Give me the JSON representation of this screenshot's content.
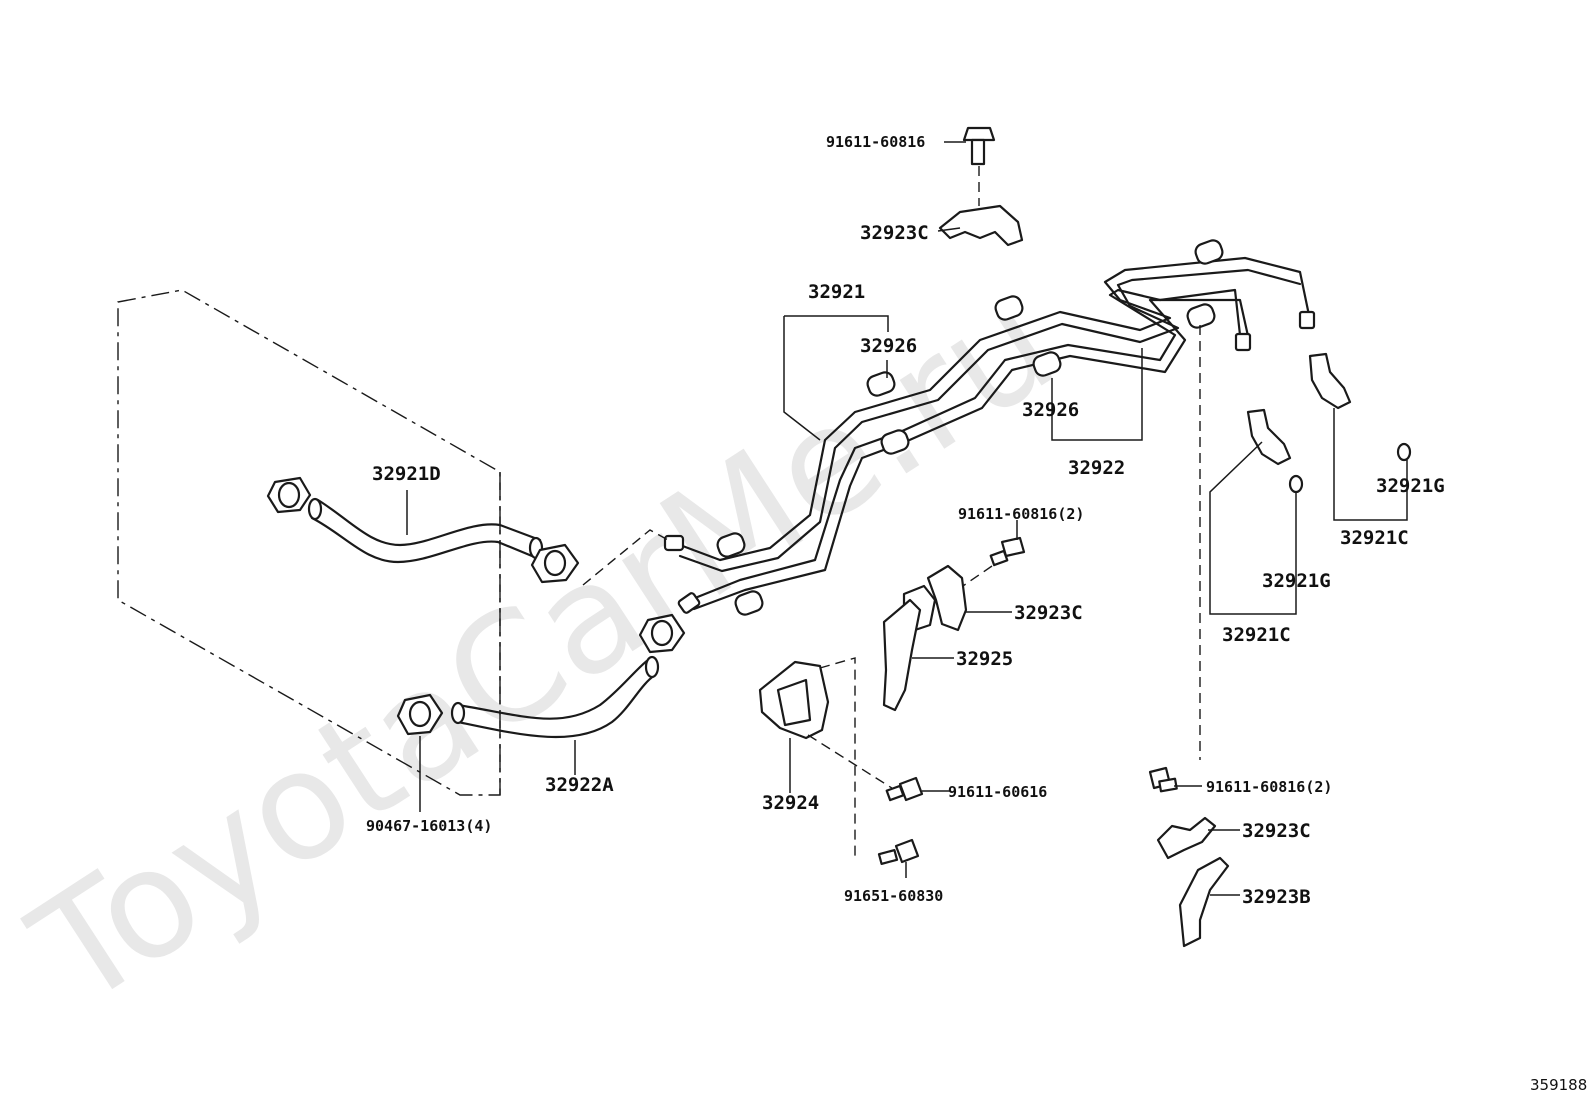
{
  "watermark": "ToyotaCarMe.ru",
  "figure_id": "359188",
  "labels": {
    "bolt_top": "91611-60816",
    "clamp_top": "32923C",
    "tube_32921": "32921",
    "cushion_32926_a": "32926",
    "cushion_32926_b": "32926",
    "tube_32922": "32922",
    "hose_32921d": "32921D",
    "hose_32922a": "32922A",
    "clip_90467": "90467-16013(4)",
    "bolt_mid": "91611-60816(2)",
    "clamp_mid": "32923C",
    "bracket_32925": "32925",
    "bracket_32924": "32924",
    "bolt_60616": "91611-60616",
    "bolt_60830": "91651-60830",
    "union_32921c_a": "32921C",
    "gasket_32921g_a": "32921G",
    "union_32921c_b": "32921C",
    "gasket_32921g_b": "32921G",
    "bolt_right": "91611-60816(2)",
    "clamp_right": "32923C",
    "bracket_32923b": "32923B"
  }
}
